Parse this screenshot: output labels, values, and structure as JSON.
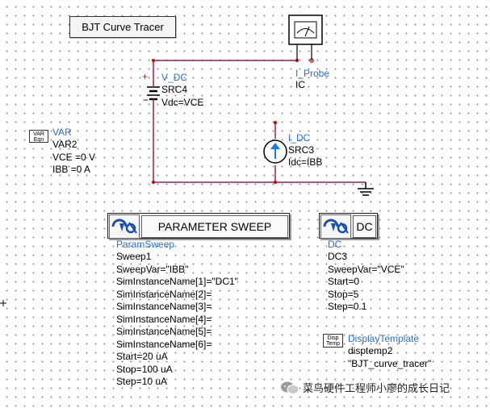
{
  "title": "BJT Curve Tracer",
  "probe": {
    "type": "I_Probe",
    "name": "IC"
  },
  "vsrc": {
    "type": "V_DC",
    "name": "SRC4",
    "param": "Vdc=VCE",
    "plus": "+",
    "minus": "−"
  },
  "isrc": {
    "type": "I_DC",
    "name": "SRC3",
    "param": "Idc=IBB"
  },
  "var": {
    "icon": [
      "VAR",
      "Eqn"
    ],
    "type": "VAR",
    "name": "VAR2",
    "lines": [
      "VCE =0 V",
      "IBB =0 A"
    ]
  },
  "param_sweep": {
    "header": "PARAMETER SWEEP",
    "type": "ParamSweep",
    "lines": [
      "Sweep1",
      "SweepVar=\"IBB\"",
      "SimInstanceName[1]=\"DC1\"",
      "SimInstanceName[2]=",
      "SimInstanceName[3]=",
      "SimInstanceName[4]=",
      "SimInstanceName[5]=",
      "SimInstanceName[6]=",
      "Start=20 uA",
      "Stop=100 uA",
      "Step=10 uA"
    ]
  },
  "dc": {
    "header": "DC",
    "type": "DC",
    "lines": [
      "DC3",
      "SweepVar=\"VCE\"",
      "Start=0",
      "Stop=5",
      "Step=0.1"
    ]
  },
  "display_template": {
    "icon": [
      "Disp",
      "Temp"
    ],
    "type": "DisplayTemplate",
    "lines": [
      "disptemp2",
      "\"BJT_curve_tracer\""
    ]
  },
  "watermark": "菜鸟硬件工程师小廖的成长日记",
  "colors": {
    "wire": "#9b1f54",
    "label": "#2a6fd0",
    "source_fill": "#1a7fd8",
    "pin": "#d40000"
  }
}
